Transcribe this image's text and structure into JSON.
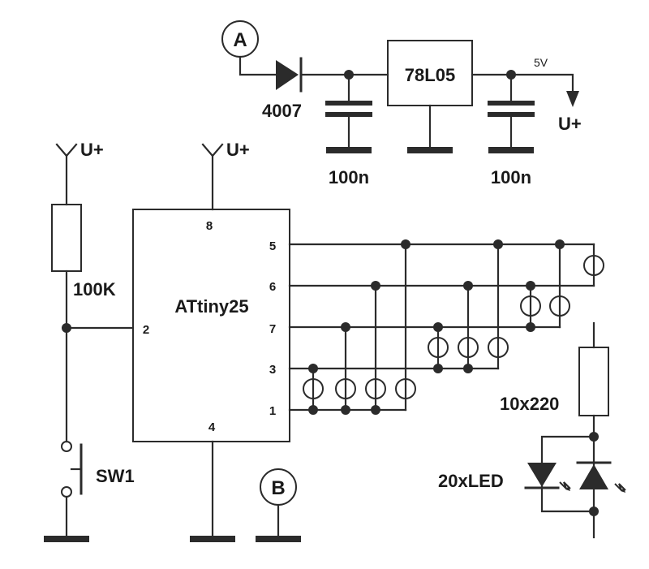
{
  "connectors": {
    "a": "A",
    "b": "B"
  },
  "supply": {
    "diode": "4007",
    "regulator": "78L05",
    "voltage": "5V",
    "output": "U+",
    "cap_in": "100n",
    "cap_out": "100n"
  },
  "chip": {
    "name": "ATtiny25",
    "pins": {
      "p8": "8",
      "p5": "5",
      "p6": "6",
      "p7": "7",
      "p3": "3",
      "p1": "1",
      "p2": "2",
      "p4": "4"
    },
    "power_label": "U+"
  },
  "pullup": {
    "label": "U+",
    "resistor": "100K"
  },
  "switch": {
    "label": "SW1"
  },
  "led_driver": {
    "resistor": "10x220",
    "leds": "20xLED"
  }
}
